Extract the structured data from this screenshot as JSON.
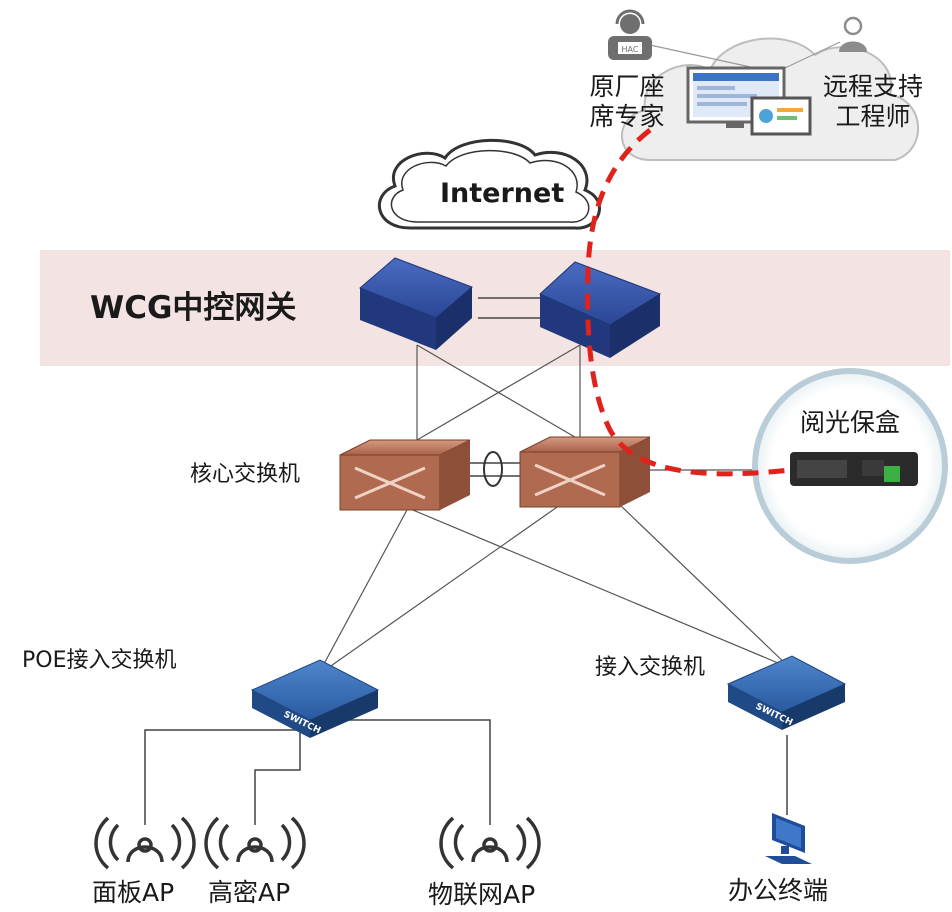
{
  "colors": {
    "gateway_band": "#f3e3e3",
    "gateway_device": "#2f4c9c",
    "core_switch": "#b36b4e",
    "access_switch": "#2d5fa6",
    "remote_link": "#e0221b",
    "cloud_fill": "#eeeeee",
    "appliance_halo": "#b8cdd8"
  },
  "nodes": {
    "internet": {
      "label": "Internet",
      "icon": "cloud-icon"
    },
    "wcg_gateway": {
      "label": "WCG中控网关",
      "icon": "gateway-appliance-icon"
    },
    "core_switch": {
      "label": "核心交换机",
      "icon": "core-switch-icon"
    },
    "appliance": {
      "label": "阅光保盒",
      "icon": "security-box-icon"
    },
    "remote_cloud": {
      "expert": {
        "label_line1": "原厂座",
        "label_line2": "席专家",
        "icon": "headset-agent-icon"
      },
      "engineer": {
        "label_line1": "远程支持",
        "label_line2": "工程师",
        "icon": "person-icon"
      },
      "console_icon": "monitor-dashboard-icon"
    },
    "poe_switch": {
      "label": "POE接入交换机",
      "icon": "switch-icon",
      "badge": "SWITCH"
    },
    "access_switch": {
      "label": "接入交换机",
      "icon": "switch-icon",
      "badge": "SWITCH"
    }
  },
  "endpoints": [
    {
      "label": "面板AP",
      "icon": "wireless-ap-icon"
    },
    {
      "label": "高密AP",
      "icon": "wireless-ap-icon"
    },
    {
      "label": "物联网AP",
      "icon": "wireless-ap-icon"
    },
    {
      "label": "办公终端",
      "icon": "desktop-computer-icon"
    }
  ]
}
